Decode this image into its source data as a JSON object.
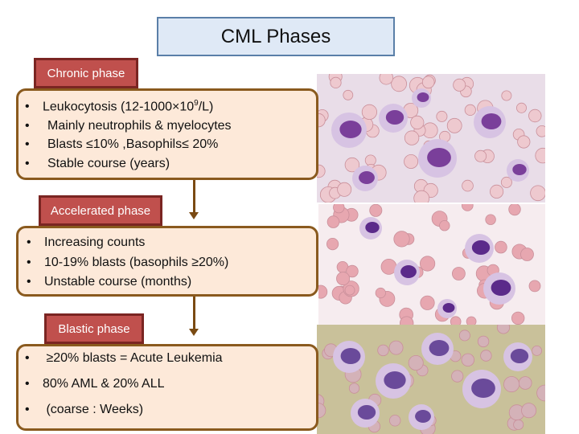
{
  "title": "CML Phases",
  "phases": [
    {
      "label": "Chronic phase",
      "items": [
        {
          "text": "Leukocytosis (12-1000×10",
          "sup": "9",
          "tail": "/L)"
        },
        {
          "text": "Mainly neutrophils & myelocytes"
        },
        {
          "text": "Blasts ≤10% ,Basophils≤ 20%"
        },
        {
          "text": "Stable course (years)"
        }
      ]
    },
    {
      "label": "Accelerated  phase",
      "items": [
        {
          "text": "Increasing counts"
        },
        {
          "text": "10-19% blasts (basophils ≥20%)"
        },
        {
          "text": "Unstable course (months)"
        }
      ]
    },
    {
      "label": "Blastic phase",
      "items": [
        {
          "text": " ≥20% blasts = Acute  Leukemia"
        },
        {
          "text": "80% AML  & 20% ALL"
        },
        {
          "text": " (coarse : Weeks)"
        }
      ]
    }
  ],
  "bullet": "•",
  "images": [
    {
      "name": "chronic-phase-blood-smear",
      "bg": "#e9dde8",
      "rbc": "#eec9cf",
      "cell": "#7a3f9a"
    },
    {
      "name": "accelerated-phase-blood-smear",
      "bg": "#f6ecef",
      "rbc": "#e7a7b0",
      "cell": "#5b2a8a"
    },
    {
      "name": "blastic-phase-blood-smear",
      "bg": "#c9c19a",
      "rbc": "#d4b2b8",
      "cell": "#6a4a9a"
    }
  ]
}
